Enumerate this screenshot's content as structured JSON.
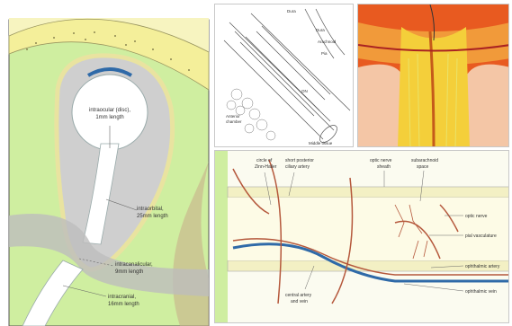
{
  "panel_orbit": {
    "labels": {
      "intraocular_1": "intraocular (disc),",
      "intraocular_2": "1mm length",
      "intraorbital_1": "intraorbital,",
      "intraorbital_2": "25mm length",
      "intracanalicular_1": "intracanalicular,",
      "intracanalicular_2": "9mm length",
      "intracranial_1": "intracranial,",
      "intracranial_2": "16mm length"
    }
  },
  "panel_sheath": {
    "labels": {
      "dura": "Dura",
      "arachnoid": "Arachnoid",
      "pia": "Pia",
      "fibres": "ON",
      "anterior_chamber": "Anterior",
      "anterior_chamber_2": "chamber",
      "middle_tissue": "Middle tissue"
    }
  },
  "panel_vasculature": {
    "labels": {
      "circle_zinn_1": "circle of",
      "circle_zinn_2": "Zinn-Haller",
      "short_posterior_1": "short posterior",
      "short_posterior_2": "ciliary artery",
      "optic_sheath_1": "optic nerve",
      "optic_sheath_2": "sheath",
      "subarachnoid_1": "subarachnoid",
      "subarachnoid_2": "space",
      "optic_nerve": "optic nerve",
      "pial_vasculature": "pial vasculature",
      "ophthalmic_artery": "ophthalmic artery",
      "central_artery_1": "central artery",
      "central_artery_2": "and vein",
      "ophthalmic_vein": "ophthalmic vein"
    }
  },
  "colors": {
    "tissue_green": "#cfeea0",
    "nerve_white": "#ffffff",
    "bone_yellow": "#f4ef9a",
    "artery": "#b5583c",
    "vein": "#2f6aa8",
    "sheath_fill": "#f3f0c4"
  }
}
